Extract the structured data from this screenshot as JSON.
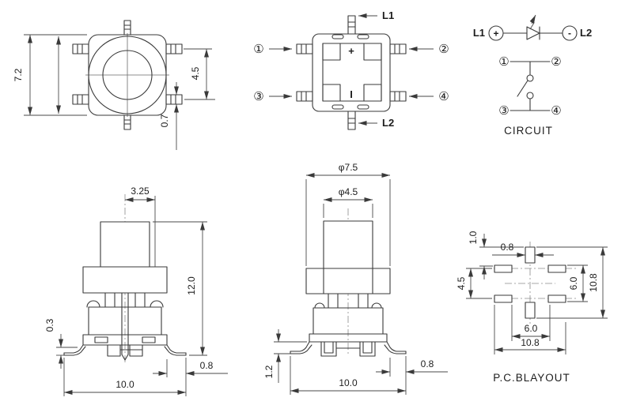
{
  "drawing": {
    "background": "#ffffff",
    "line_color": "#3a3a3a",
    "views": {
      "top_view": {
        "dim_body_height": "7.2",
        "dim_pin_pitch": "4.5",
        "dim_pin_thickness": "0.7"
      },
      "bottom_view": {
        "pin_1": "①",
        "pin_2": "②",
        "pin_3": "③",
        "pin_4": "④",
        "led_pin_top": "L1",
        "led_pin_bottom": "L2",
        "polarity_plus": "+",
        "polarity_minus": "I"
      },
      "circuit": {
        "title": "CIRCUIT",
        "led_left_label": "L1",
        "led_right_label": "L2",
        "anode_sign": "+",
        "cathode_sign": "-",
        "pin_1": "①",
        "pin_2": "②",
        "pin_3": "③",
        "pin_4": "④"
      },
      "side_view": {
        "dim_stem_offset": "3.25",
        "dim_total_height": "12.0",
        "dim_standoff": "0.3",
        "dim_lead_extend": "0.8",
        "dim_lead_span": "10.0"
      },
      "front_view": {
        "dim_cap_dia": "φ7.5",
        "dim_plunger_dia": "φ4.5",
        "dim_lead_height": "1.2",
        "dim_lead_extend": "0.8",
        "dim_lead_span": "10.0"
      },
      "pcb_layout": {
        "title": "P.C.BLAYOUT",
        "dim_pad_offset": "1.0",
        "dim_pad_width": "0.8",
        "dim_pad_pitch_v": "4.5",
        "dim_pads_span_v": "6.0",
        "dim_total_v": "10.8",
        "dim_pad_pitch_h": "6.0",
        "dim_total_h": "10.8"
      }
    }
  }
}
